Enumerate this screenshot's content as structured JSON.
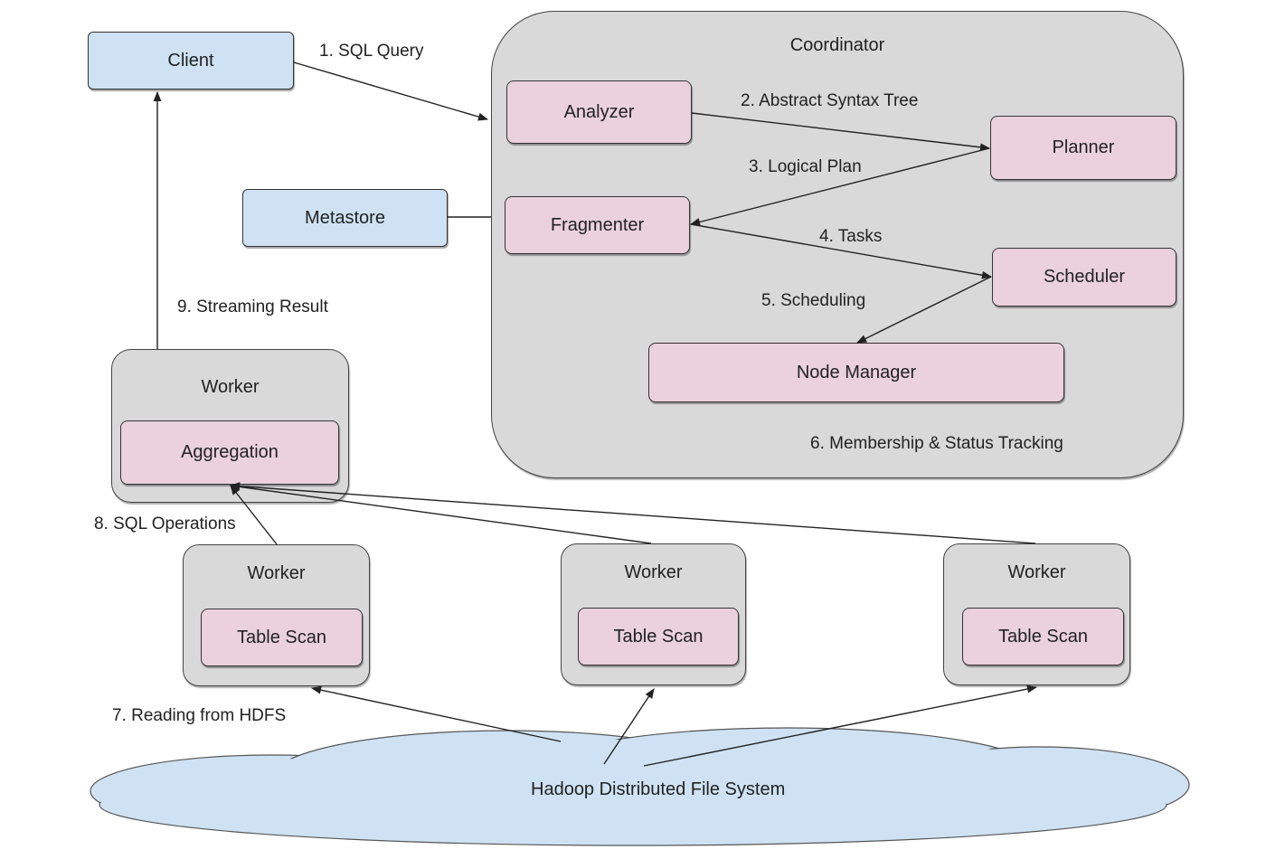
{
  "nodes": {
    "client": "Client",
    "metastore": "Metastore",
    "coordinator": "Coordinator",
    "analyzer": "Analyzer",
    "planner": "Planner",
    "fragmenter": "Fragmenter",
    "scheduler": "Scheduler",
    "node_manager": "Node Manager",
    "worker_agg_title": "Worker",
    "aggregation": "Aggregation",
    "worker1_title": "Worker",
    "worker2_title": "Worker",
    "worker3_title": "Worker",
    "table_scan_1": "Table Scan",
    "table_scan_2": "Table Scan",
    "table_scan_3": "Table Scan",
    "hdfs": "Hadoop Distributed File System"
  },
  "edges": {
    "sql_query": "1. SQL Query",
    "ast": "2. Abstract Syntax Tree",
    "logical_plan": "3. Logical Plan",
    "tasks": "4. Tasks",
    "scheduling": "5. Scheduling",
    "membership": "6. Membership & Status Tracking",
    "reading_hdfs": "7. Reading from HDFS",
    "sql_operations": "8. SQL Operations",
    "streaming_result": "9. Streaming Result"
  },
  "colors": {
    "external_fill": "#cfe2f3",
    "component_fill": "#ead1dc",
    "group_fill": "#d9d9d9",
    "line": "#222222"
  }
}
